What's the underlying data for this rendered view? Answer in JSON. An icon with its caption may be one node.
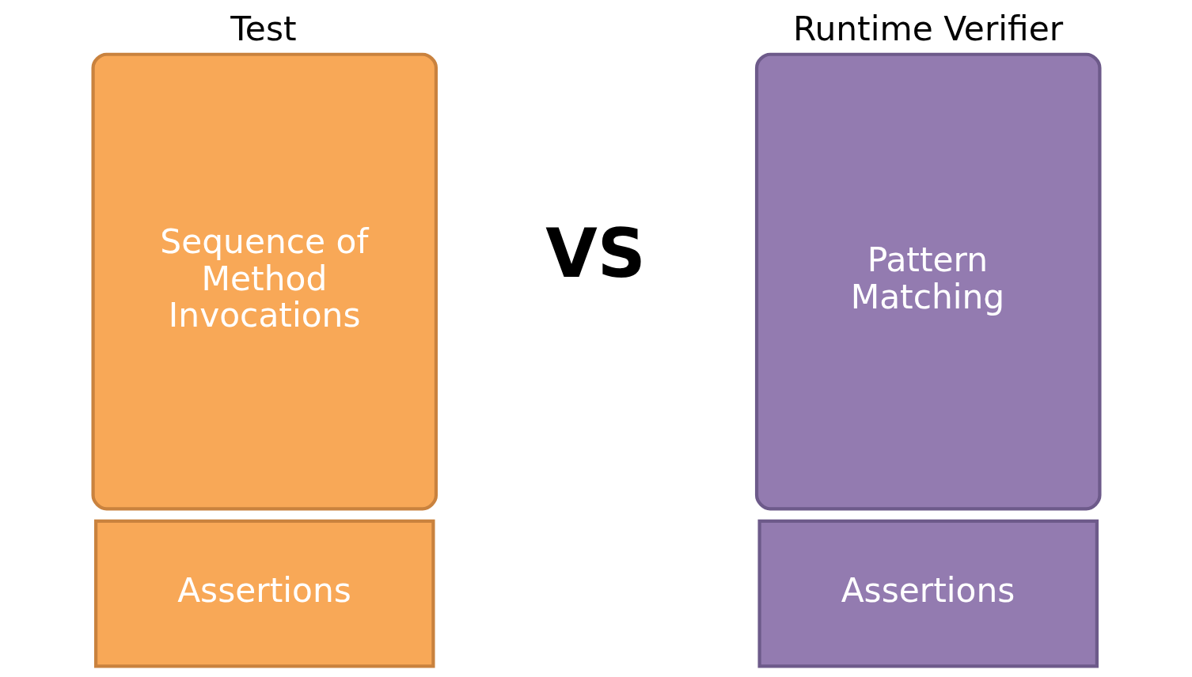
{
  "diagram": {
    "nodes": [
      {
        "text": [
          "Test",
          "Sequence of Method Invocations"
        ]
      },
      {
        "text": [
          "Assertions"
        ]
      },
      {
        "text": [
          "Runtime Verifier",
          "Pattern Matching"
        ]
      },
      {
        "text": [
          "Assertions"
        ]
      }
    ],
    "edges": [],
    "labels": [
      "VS"
    ]
  }
}
